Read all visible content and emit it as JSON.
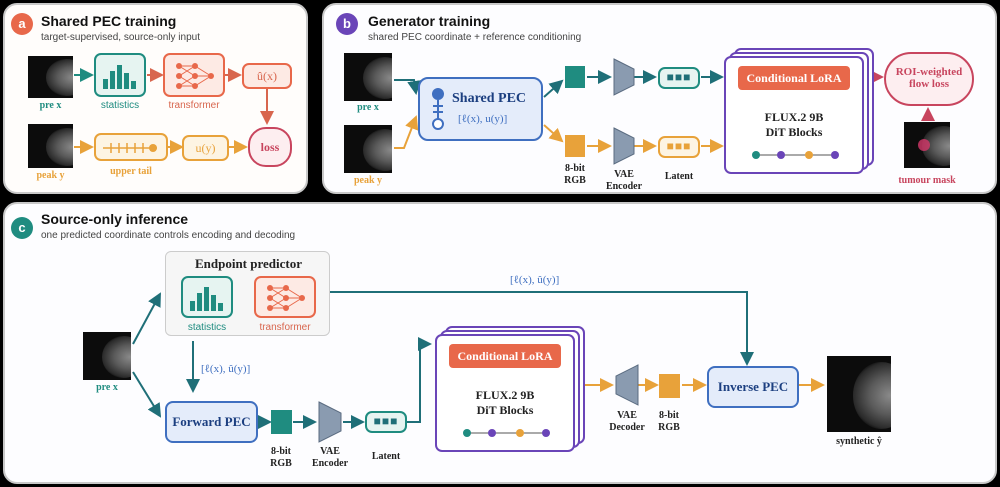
{
  "panel_a": {
    "badge": "a",
    "title": "Shared PEC training",
    "subtitle": "target-supervised, source-only input",
    "pre_label": "pre x",
    "statistics_label": "statistics",
    "transformer_label": "transformer",
    "u_hat_label": "û(x)",
    "peak_label": "peak y",
    "upper_tail_label": "upper tail",
    "u_label": "u(y)",
    "loss_label": "loss"
  },
  "panel_b": {
    "badge": "b",
    "title": "Generator training",
    "subtitle": "shared PEC coordinate + reference conditioning",
    "pre_label": "pre x",
    "peak_label": "peak y",
    "shared_pec_title": "Shared PEC",
    "shared_pec_sub": "[ℓ(x), u(y)]",
    "rgb_label_1": "8-bit",
    "rgb_label_2": "RGB",
    "vae_label_1": "VAE",
    "vae_label_2": "Encoder",
    "latent_label": "Latent",
    "conditional_lora": "Conditional LoRA",
    "flux_1": "FLUX.2 9B",
    "flux_2": "DiT Blocks",
    "roi_1": "ROI-weighted",
    "roi_2": "flow loss",
    "tumour_mask": "tumour mask"
  },
  "panel_c": {
    "badge": "c",
    "title": "Source-only inference",
    "subtitle": "one predicted coordinate controls encoding and decoding",
    "endpoint_title": "Endpoint predictor",
    "statistics_label": "statistics",
    "transformer_label": "transformer",
    "coord_top": "[ℓ(x), û(y)]",
    "coord_side": "[ℓ(x), û(y)]",
    "pre_label": "pre x",
    "forward_pec": "Forward PEC",
    "rgb_label_1": "8-bit",
    "rgb_label_2": "RGB",
    "vae_enc_1": "VAE",
    "vae_enc_2": "Encoder",
    "latent_label": "Latent",
    "conditional_lora": "Conditional LoRA",
    "flux_1": "FLUX.2 9B",
    "flux_2": "DiT Blocks",
    "vae_dec_1": "VAE",
    "vae_dec_2": "Decoder",
    "rgb2_label_1": "8-bit",
    "rgb2_label_2": "RGB",
    "inverse_pec": "Inverse PEC",
    "synthetic_label": "synthetic ŷ"
  },
  "colors": {
    "teal": "#1f8c80",
    "orange": "#e8a23a",
    "coral": "#e8684a",
    "purple": "#6a45b8",
    "crimson": "#c8455e",
    "blue": "#3f6fc0"
  }
}
